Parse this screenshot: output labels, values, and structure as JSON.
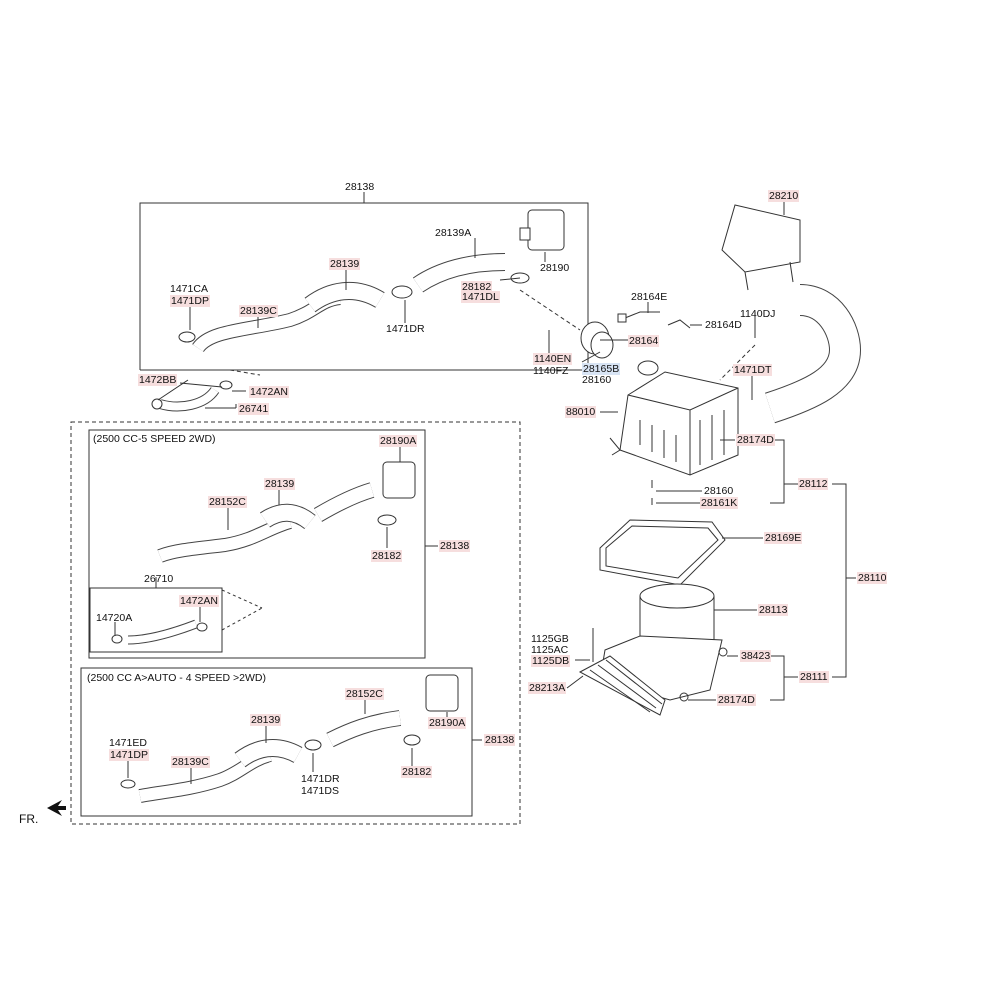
{
  "diagram": {
    "labels": {
      "p28138_top": "28138",
      "p28139A": "28139A",
      "p28190": "28190",
      "p28139_top": "28139",
      "p1471CA": "1471CA",
      "p1471DP_top": "1471DP",
      "p28139C_top": "28139C",
      "p28182_top": "28182",
      "p1471DL": "1471DL",
      "p1471DR_top": "1471DR",
      "p1472BB": "1472BB",
      "p1472AN_top": "1472AN",
      "p26741": "26741",
      "p28210": "28210",
      "p28164E": "28164E",
      "p1140DJ": "1140DJ",
      "p28164D": "28164D",
      "p28164": "28164",
      "p1140EN": "1140EN",
      "p1140FZ": "1140FZ",
      "p28165B": "28165B",
      "p28160_a": "28160",
      "p1471DT": "1471DT",
      "p88010": "88010",
      "p28174D_top": "28174D",
      "p28160_b": "28160",
      "p28112": "28112",
      "p28161K": "28161K",
      "p28169E": "28169E",
      "p28110": "28110",
      "p28113": "28113",
      "p1125GB": "1125GB",
      "p1125AC": "1125AC",
      "p1125DB": "1125DB",
      "p38423": "38423",
      "p28213A": "28213A",
      "p28111": "28111",
      "p28174D_bot": "28174D",
      "p28190A_mid": "28190A",
      "p28139_mid": "28139",
      "p28152C_mid": "28152C",
      "p28138_mid": "28138",
      "p28182_mid": "28182",
      "p26710": "26710",
      "p1472AN_mid": "1472AN",
      "p14720A": "14720A",
      "p28152C_bot": "28152C",
      "p28139_bot": "28139",
      "p28190A_bot": "28190A",
      "p1471ED": "1471ED",
      "p1471DP_bot": "1471DP",
      "p28139C_bot": "28139C",
      "p28138_bot": "28138",
      "p28182_bot": "28182",
      "p1471DR_bot": "1471DR",
      "p1471DS": "1471DS"
    },
    "captions": {
      "box_2wd": "(2500 CC-5 SPEED 2WD)",
      "box_auto": "(2500 CC A>AUTO - 4 SPEED >2WD)",
      "front": "FR."
    }
  },
  "colors": {
    "highlight_red": "#f6dede",
    "highlight_blue": "#d8e4f4",
    "line": "#333333"
  }
}
